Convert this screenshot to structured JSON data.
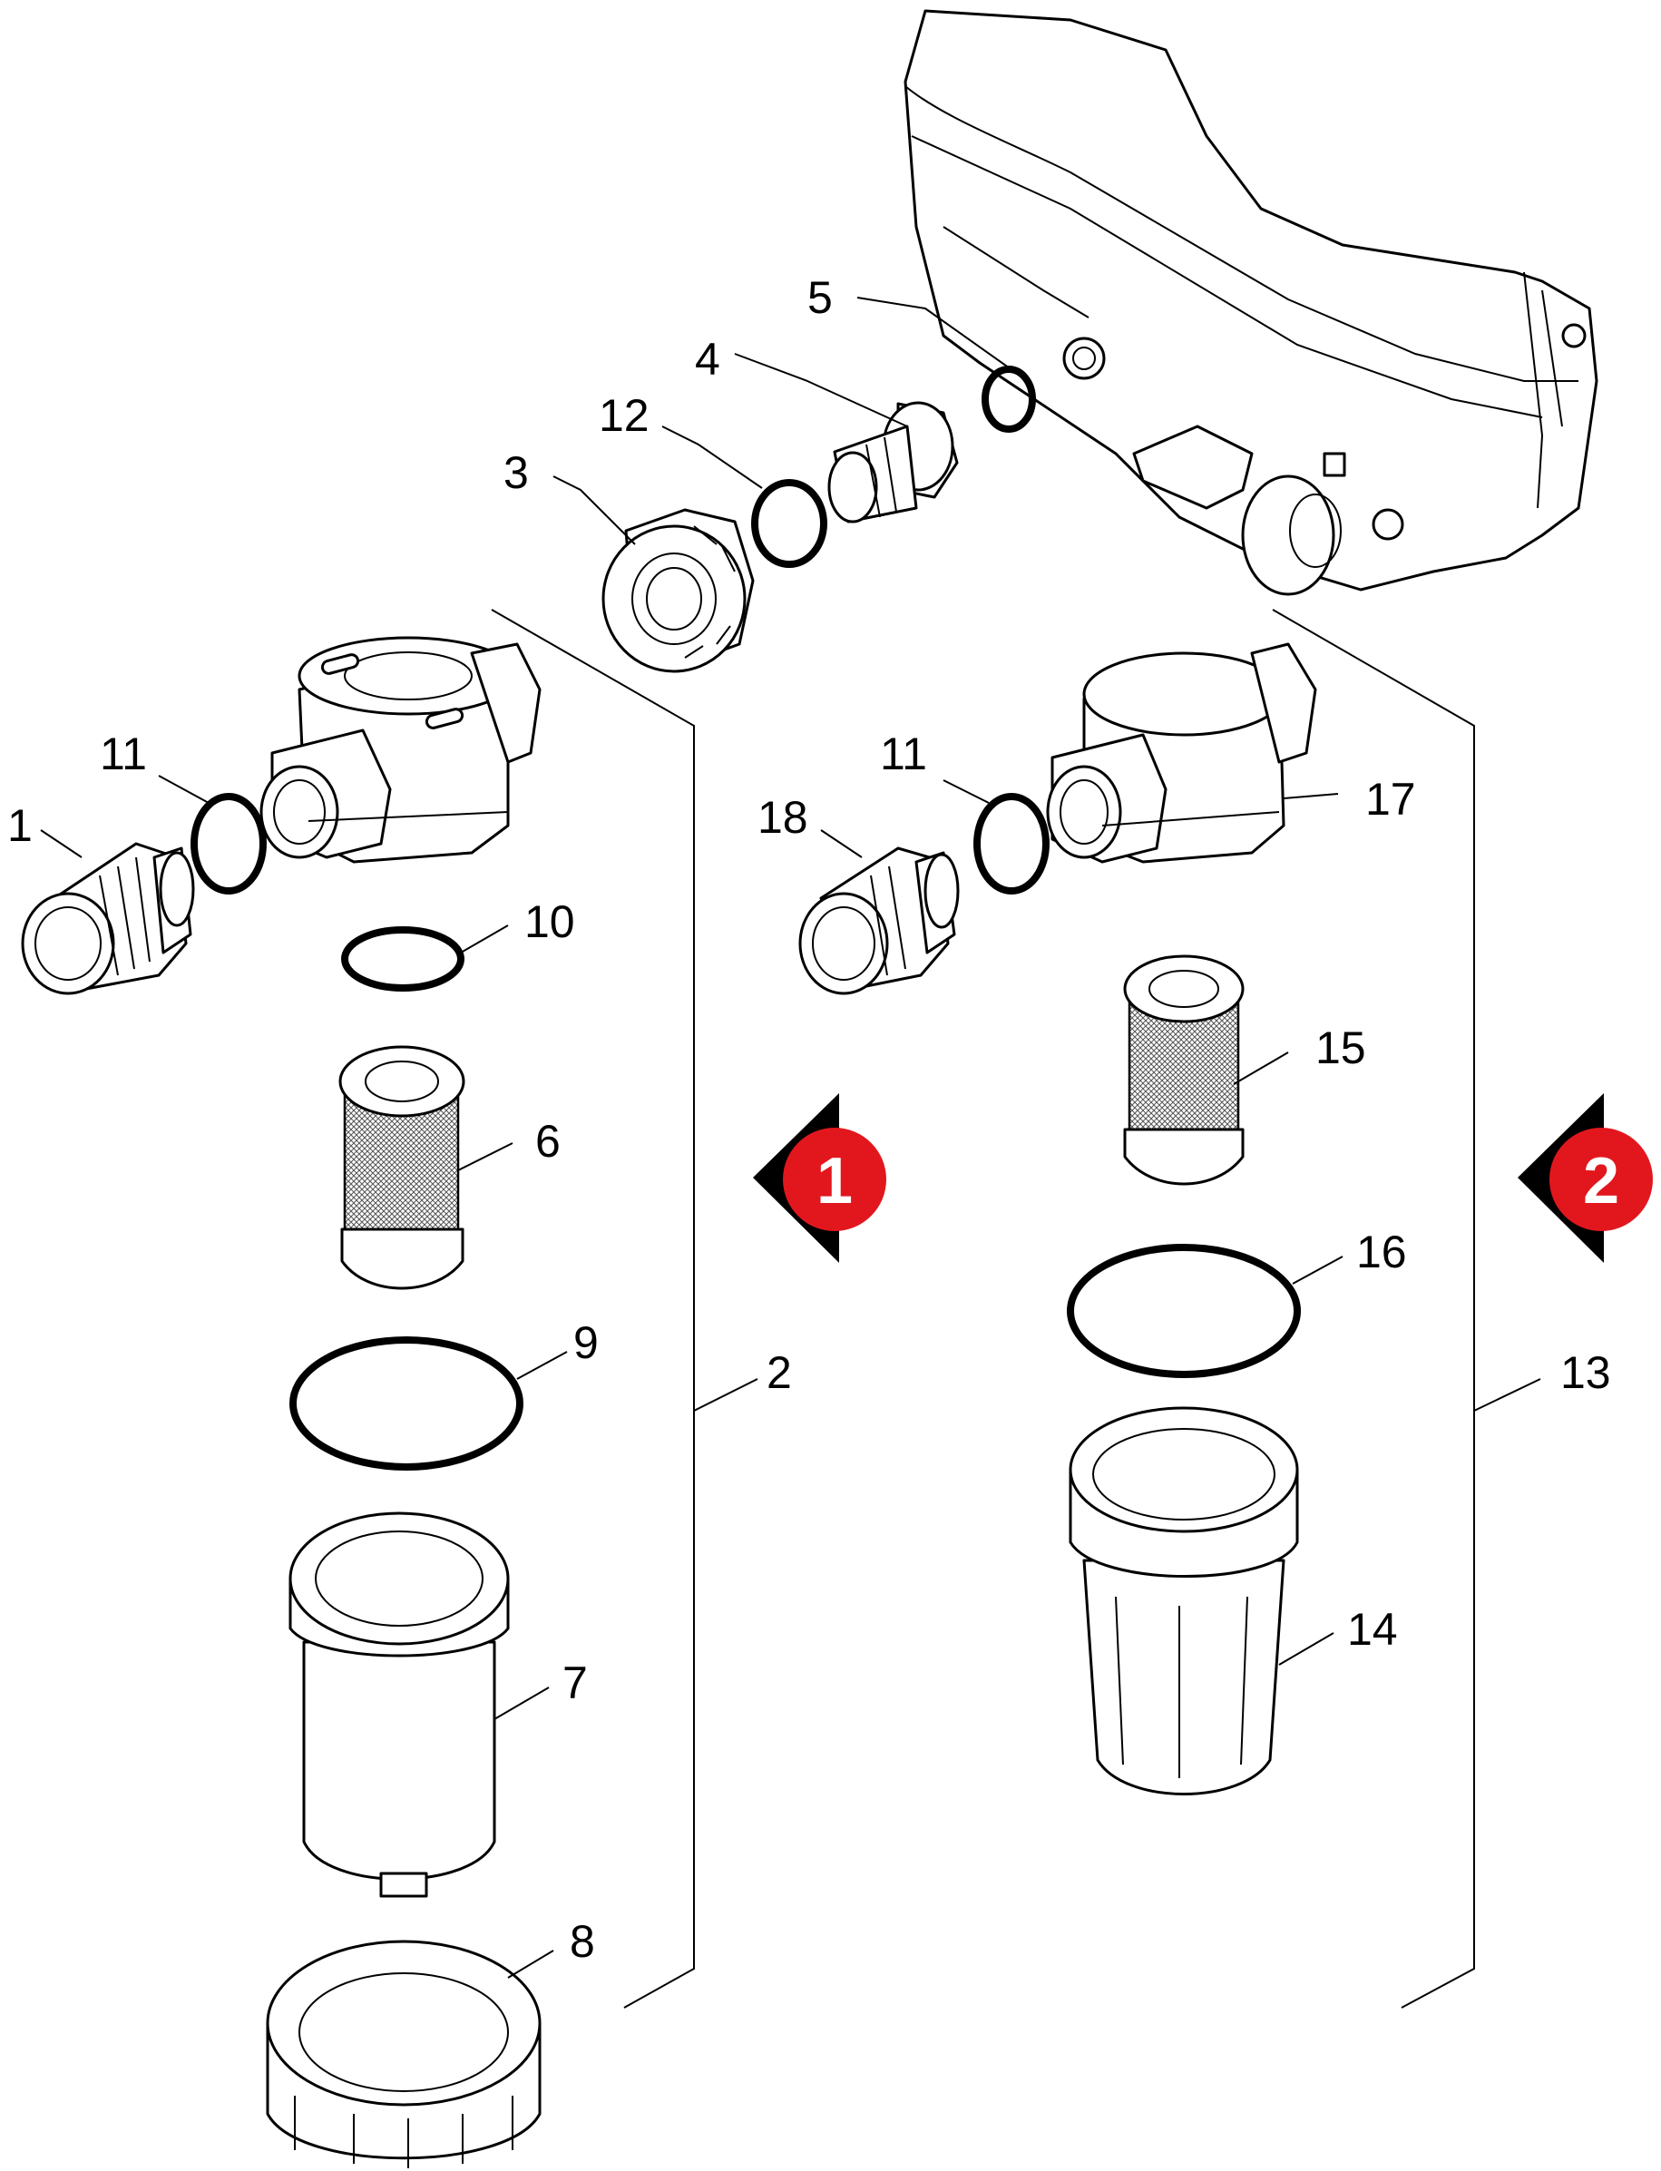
{
  "callouts": {
    "c1": "1",
    "c2": "2",
    "c3": "3",
    "c4": "4",
    "c5": "5",
    "c6": "6",
    "c7": "7",
    "c8": "8",
    "c9": "9",
    "c10": "10",
    "c11a": "11",
    "c11b": "11",
    "c12": "12",
    "c13": "13",
    "c14": "14",
    "c15": "15",
    "c16": "16",
    "c17": "17",
    "c18": "18"
  },
  "markers": {
    "m1": "1",
    "m2": "2"
  },
  "colors": {
    "line": "#000000",
    "background": "#ffffff",
    "marker_fill": "#e2171d",
    "marker_arrow": "#000000"
  }
}
